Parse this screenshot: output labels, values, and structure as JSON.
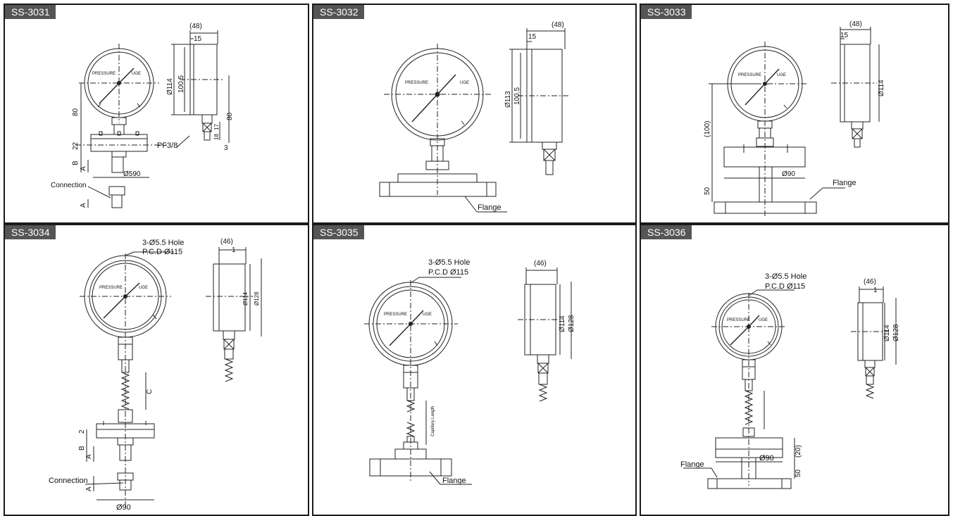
{
  "panels": [
    {
      "model": "SS-3031",
      "dims": {
        "d48": "(48)",
        "d15": "15",
        "d114": "Ø114",
        "d100_5": "100.5",
        "d80a": "80",
        "d80b": "80",
        "d17": "17",
        "d18": "18",
        "d22": "22",
        "dB": "B",
        "dA": "A",
        "dA2": "A",
        "d590": "Ø590",
        "d3": "3",
        "pf": "PF3/8",
        "conn": "Connection"
      },
      "dial": {
        "left": "PRESSURE",
        "right": "UGE"
      }
    },
    {
      "model": "SS-3032",
      "dims": {
        "d48": "(48)",
        "d15": "15",
        "d113": "Ø113",
        "d100_5": "100.5",
        "flange": "Flange"
      },
      "dial": {
        "left": "PRESSURE",
        "right": "UGE"
      }
    },
    {
      "model": "SS-3033",
      "dims": {
        "d48": "(48)",
        "d15": "15",
        "d114": "Ø114",
        "d100": "(100)",
        "d50": "50",
        "d90": "Ø90",
        "flange": "Flange"
      },
      "dial": {
        "left": "PRESSURE",
        "right": "UGE"
      }
    },
    {
      "model": "SS-3034",
      "dims": {
        "hole": "3-Ø5.5 Hole",
        "pcd": "P.C.D Ø115",
        "d46": "(46)",
        "d1": "1",
        "d114": "Ø114",
        "d128": "Ø128",
        "dC": "C",
        "d2": "2",
        "dB": "B",
        "dA": "A",
        "dA2": "A",
        "conn": "Connection",
        "d90": "Ø90"
      },
      "dial": {
        "left": "PRESSURE",
        "right": "UGE"
      }
    },
    {
      "model": "SS-3035",
      "dims": {
        "hole": "3-Ø5.5 Hole",
        "pcd": "P.C.D Ø115",
        "d46": "(46)",
        "d114": "Ø114",
        "d128": "Ø128",
        "cap": "Capillary Langth",
        "flange": "Flange"
      },
      "dial": {
        "left": "PRESSURE",
        "right": "UGE"
      }
    },
    {
      "model": "SS-3036",
      "dims": {
        "hole": "3-Ø5.5 Hole",
        "pcd": "P.C.D Ø115",
        "d46": "(46)",
        "d1": "1",
        "d114": "Ø114",
        "d128": "Ø128",
        "d20": "(20)",
        "d50": "50",
        "d90": "Ø90",
        "flange": "Flange"
      },
      "dial": {
        "left": "PRESSURE",
        "right": "UGE"
      }
    }
  ]
}
